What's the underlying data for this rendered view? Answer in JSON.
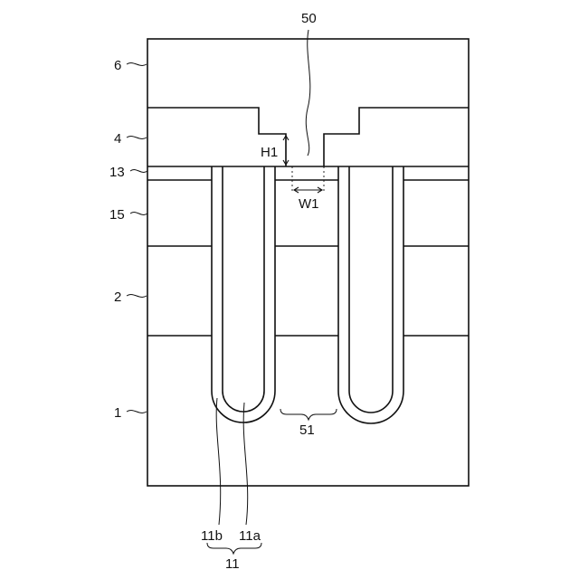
{
  "labels": {
    "layer_6": "6",
    "layer_4": "4",
    "layer_13": "13",
    "layer_15": "15",
    "layer_2": "2",
    "layer_1": "1",
    "opening_50": "50",
    "region_51": "51",
    "h1": "H1",
    "w1": "W1",
    "liner_11b": "11b",
    "core_11a": "11a",
    "trench_11": "11"
  }
}
